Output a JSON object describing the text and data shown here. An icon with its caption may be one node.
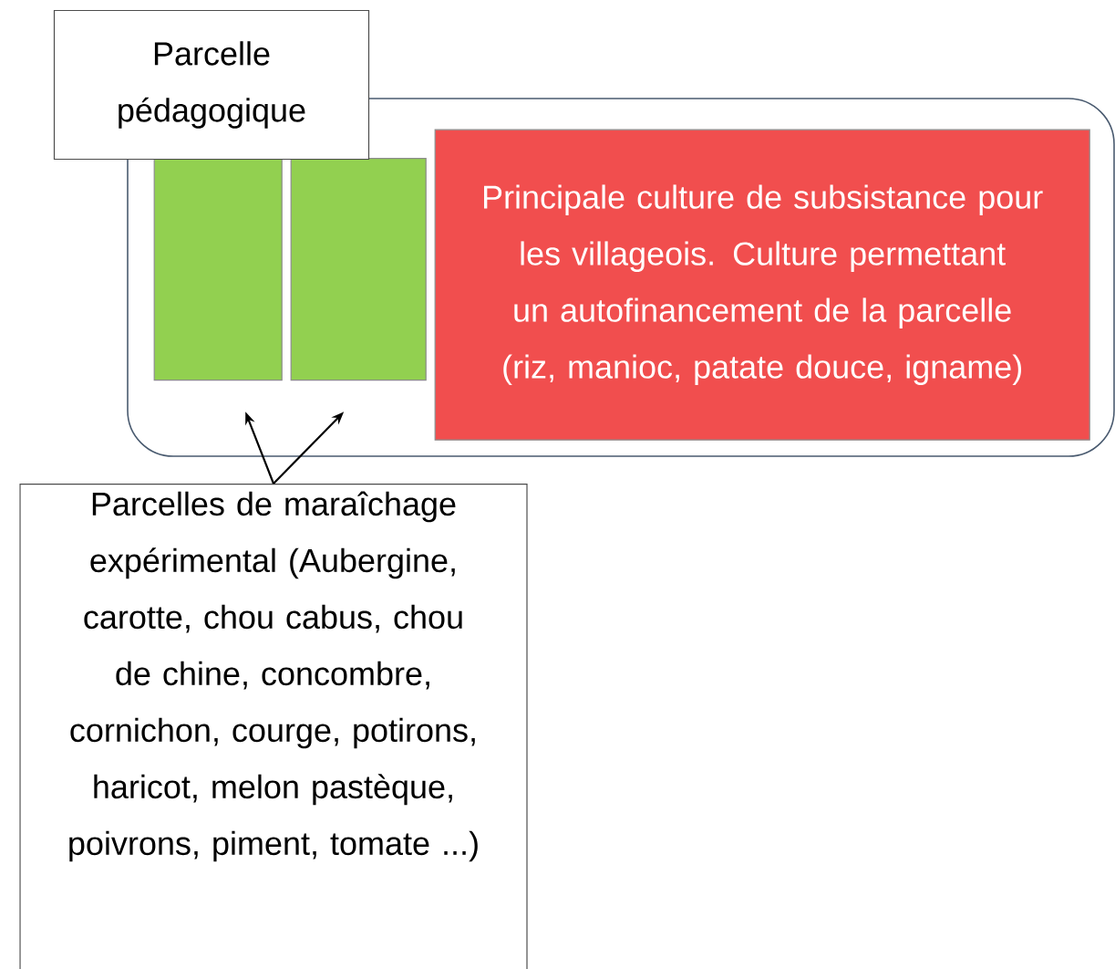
{
  "diagram": {
    "nodes": [
      {
        "text": [
          "Parcelle pédagogique"
        ]
      },
      {
        "text": [],
        "shape": "box"
      },
      {
        "text": [],
        "shape": "box",
        "in": 1
      },
      {
        "text": [],
        "shape": "box",
        "in": 1
      },
      {
        "text": [
          "Principale culture de subsistance pour les villageois. Culture permettant un autofinancement de la parcelle (riz, manioc, patate douce, igname)"
        ],
        "in": 1
      },
      {
        "text": [
          "Parcelles de maraîchage expérimental (Aubergine, carotte, chou cabus, chou de chine, concombre, cornichon, courge, potirons, haricot, melon pastèque, poivrons, piment, tomate ...)"
        ]
      }
    ],
    "edges": [
      {
        "from": 5,
        "to": 2,
        "arrow": "to"
      },
      {
        "from": 5,
        "to": 3,
        "arrow": "to"
      }
    ]
  }
}
